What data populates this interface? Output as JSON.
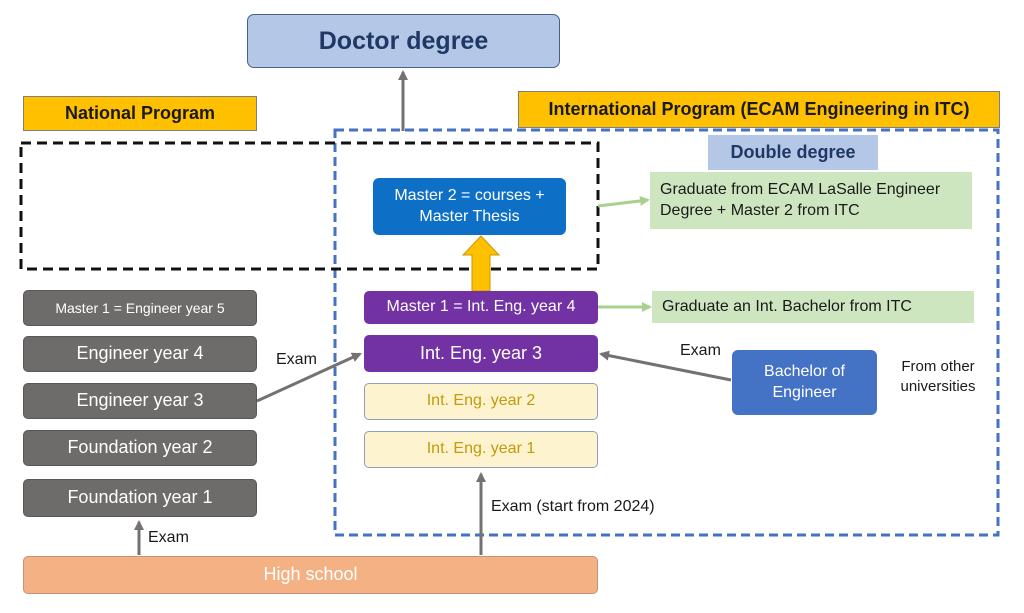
{
  "title": "Doctor degree",
  "national_program": "National Program",
  "international_program": "International Program (ECAM Engineering in ITC)",
  "double_degree": "Double degree",
  "national": {
    "master1": "Master 1 = Engineer year 5",
    "engineer_year4": "Engineer year 4",
    "engineer_year3": "Engineer year 3",
    "foundation_year2": "Foundation year 2",
    "foundation_year1": "Foundation year 1"
  },
  "international": {
    "master2": "Master 2 = courses + Master Thesis",
    "master1": "Master 1 = Int. Eng. year 4",
    "int_year3": "Int. Eng. year 3",
    "int_year2": "Int. Eng. year 2",
    "int_year1": "Int. Eng. year 1"
  },
  "outcomes": {
    "ecam": "Graduate from ECAM LaSalle Engineer Degree + Master 2 from ITC",
    "bachelor": "Graduate an Int. Bachelor from ITC"
  },
  "bachelor_of_engineer": "Bachelor of Engineer",
  "from_other_universities": "From other universities",
  "high_school": "High school",
  "edge_labels": {
    "exam_left": "Exam",
    "exam_middle": "Exam",
    "exam_right": "Exam",
    "exam_start": "Exam (start from 2024)"
  },
  "colors": {
    "national_gray": "#6e6b6b",
    "international_purple": "#7232a4",
    "international_cream": "#fdf3cf",
    "master2_blue": "#0e6fc6",
    "outcome_green": "#cde6c0",
    "program_label_gold": "#ffc000",
    "doctor_light_blue": "#b4c7e7",
    "high_school_orange": "#f4b183",
    "international_border": "#4472c4",
    "arrow_yellow": "#ffc000",
    "arrow_green": "#a9d18e",
    "arrow_gray": "#767171"
  }
}
